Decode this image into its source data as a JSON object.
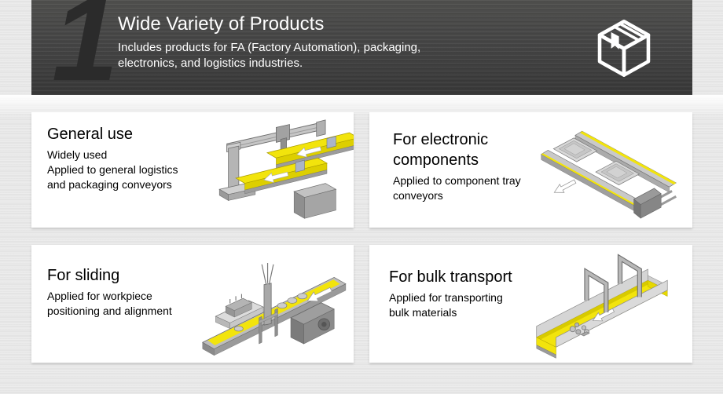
{
  "header": {
    "numeral": "1",
    "title": "Wide Variety of Products",
    "subtitle_line1": "Includes products for FA (Factory Automation), packaging,",
    "subtitle_line2": "electronics, and logistics industries.",
    "icon": "package-box-icon"
  },
  "cards": [
    {
      "title": "General use",
      "lines": [
        "Widely used",
        "Applied to general logistics",
        "and packaging conveyors"
      ],
      "illustration": "dual-belt-conveyor-with-gantry"
    },
    {
      "title": "For electronic components",
      "lines": [
        "Applied to component tray",
        "conveyors"
      ],
      "illustration": "component-tray-rail-conveyor"
    },
    {
      "title": "For sliding",
      "lines": [
        "Applied for workpiece",
        "positioning and alignment"
      ],
      "illustration": "sliding-positioning-conveyor"
    },
    {
      "title": "For bulk transport",
      "lines": [
        "Applied for transporting",
        "bulk materials"
      ],
      "illustration": "bulk-transport-trough-conveyor"
    }
  ],
  "colors": {
    "header_bg": "#454545",
    "header_numeral": "#2b2b2b",
    "header_text": "#ffffff",
    "page_bg": "#e7e7e7",
    "card_bg": "#ffffff",
    "card_text": "#000000",
    "belt_yellow": "#f2e40c",
    "machine_gray": "#b5b5b5"
  }
}
